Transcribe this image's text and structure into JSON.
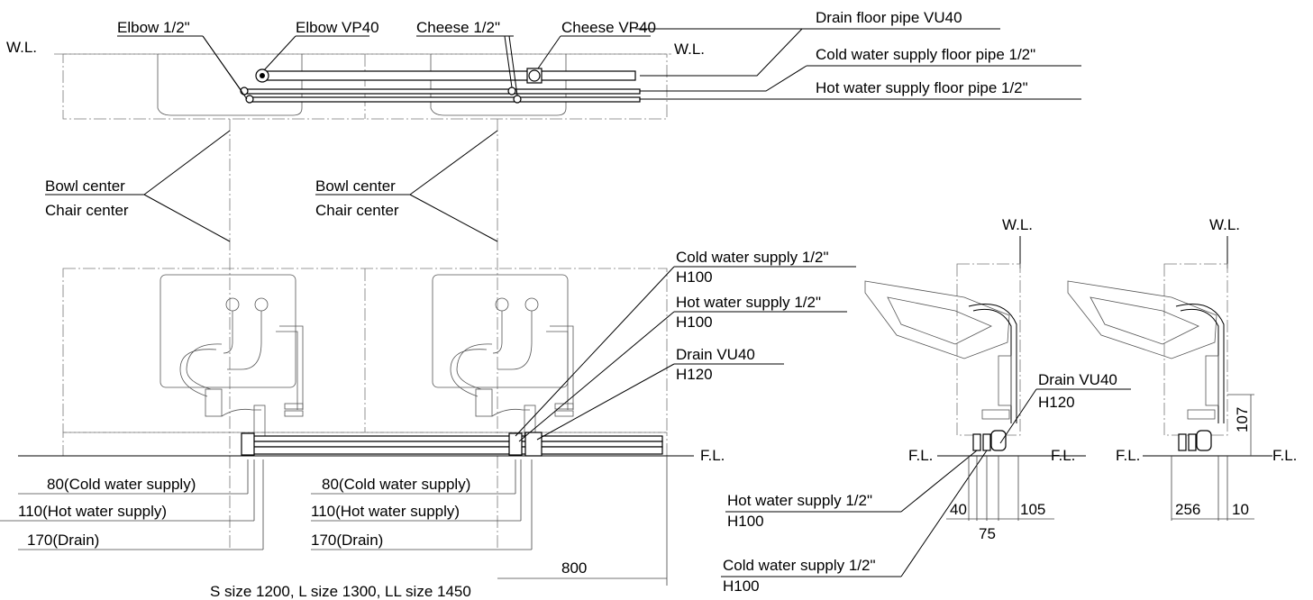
{
  "top_view": {
    "wl_left": "W.L.",
    "wl_right": "W.L.",
    "elbow_half": "Elbow 1/2\"",
    "elbow_vp40": "Elbow VP40",
    "cheese_half": "Cheese 1/2\"",
    "cheese_vp40": "Cheese VP40",
    "drain_floor_pipe": "Drain floor pipe VU40",
    "cold_floor_pipe": "Cold water supply floor pipe 1/2\"",
    "hot_floor_pipe": "Hot water supply floor pipe 1/2\""
  },
  "centers": {
    "left_bowl": "Bowl center",
    "left_chair": "Chair center",
    "right_bowl": "Bowl center",
    "right_chair": "Chair center"
  },
  "front_view": {
    "cold_supply": "Cold water supply 1/2\"",
    "cold_supply_h": "H100",
    "hot_supply": "Hot water supply 1/2\"",
    "hot_supply_h": "H100",
    "drain": "Drain VU40",
    "drain_h": "H120",
    "fl": "F.L.",
    "dim_left_cold": "80(Cold water supply)",
    "dim_left_hot": "110(Hot water supply)",
    "dim_left_drain": "170(Drain)",
    "dim_right_cold": "80(Cold water supply)",
    "dim_right_hot": "110(Hot water supply)",
    "dim_right_drain": "170(Drain)",
    "dim_800": "800",
    "size_note": "S size 1200, L size 1300, LL size 1450"
  },
  "side_view_1": {
    "wl": "W.L.",
    "drain": "Drain VU40",
    "drain_h": "H120",
    "fl_left": "F.L.",
    "fl_right": "F.L.",
    "hot_supply": "Hot water supply 1/2\"",
    "hot_supply_h": "H100",
    "cold_supply": "Cold water supply 1/2\"",
    "cold_supply_h": "H100",
    "dim_40": "40",
    "dim_75": "75",
    "dim_105": "105"
  },
  "side_view_2": {
    "wl": "W.L.",
    "fl_left": "F.L.",
    "fl_right": "F.L.",
    "dim_107": "107",
    "dim_256": "256",
    "dim_10": "10"
  }
}
